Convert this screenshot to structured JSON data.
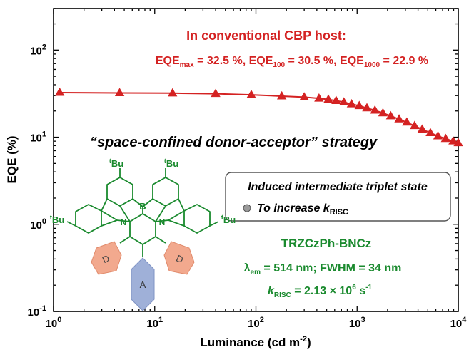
{
  "chart_data": {
    "type": "line",
    "xlabel": "Luminance (cd m",
    "xlabel_sup": "-2",
    "xlabel_close": ")",
    "ylabel": "EQE (%)",
    "x_scale": "log",
    "y_scale": "log",
    "xlim": [
      1,
      10000
    ],
    "ylim": [
      0.1,
      300
    ],
    "x_ticks": [
      {
        "value": 1,
        "base": "10",
        "exp": "0"
      },
      {
        "value": 10,
        "base": "10",
        "exp": "1"
      },
      {
        "value": 100,
        "base": "10",
        "exp": "2"
      },
      {
        "value": 1000,
        "base": "10",
        "exp": "3"
      },
      {
        "value": 10000,
        "base": "10",
        "exp": "4"
      }
    ],
    "y_ticks": [
      {
        "value": 0.1,
        "base": "10",
        "exp": "-1"
      },
      {
        "value": 1,
        "base": "10",
        "exp": "0"
      },
      {
        "value": 10,
        "base": "10",
        "exp": "1"
      },
      {
        "value": 100,
        "base": "10",
        "exp": "2"
      }
    ],
    "grid": false,
    "series": [
      {
        "color": "#d42222",
        "marker": "triangle",
        "x": [
          1.15,
          4.5,
          15,
          40,
          90,
          180,
          300,
          420,
          520,
          620,
          740,
          880,
          1050,
          1250,
          1500,
          1800,
          2150,
          2600,
          3100,
          3700,
          4400,
          5300,
          6300,
          7500,
          8900,
          10000
        ],
        "y": [
          32.5,
          32.2,
          32.0,
          31.5,
          30.6,
          29.6,
          28.8,
          27.9,
          27.1,
          26.2,
          25.2,
          24.0,
          22.9,
          21.6,
          20.3,
          18.9,
          17.5,
          16.1,
          14.8,
          13.5,
          12.3,
          11.2,
          10.3,
          9.6,
          9.0,
          8.6
        ]
      }
    ]
  },
  "annotations": {
    "host_heading": "In conventional CBP host:",
    "eqe": [
      {
        "label": "EQE",
        "sub": "max",
        "value": " = 32.5 %,"
      },
      {
        "label": " EQE",
        "sub": "100",
        "value": " = 30.5 %,"
      },
      {
        "label": " EQE",
        "sub": "1000",
        "value": " = 22.9 %"
      }
    ],
    "strategy": "“space-confined donor-acceptor” strategy",
    "box_line1": "Induced intermediate triplet state",
    "box_line2_prefix": "To increase ",
    "box_line2_k": "k",
    "box_line2_sub": "RISC",
    "compound_name": "TRZCzPh-BNCz",
    "lambda_symbol": "λ",
    "lambda_sub": "em",
    "lambda_rest": " = 514 nm; FWHM = 34 nm",
    "krisc_k": "k",
    "krisc_sub": "RISC",
    "krisc_value": " = 2.13 × 10",
    "krisc_exp": "6",
    "krisc_unit": " s",
    "krisc_unit_exp": "-1"
  },
  "molecule": {
    "boron": "B",
    "nitrogen": "N",
    "tbu_prefix": "t",
    "tbu_rest": "Bu",
    "donor_label": "D",
    "acceptor_label": "A",
    "color_structure": "#1a8a2e",
    "color_donor": "#f2a98e",
    "color_acceptor": "#9fb0d8"
  }
}
